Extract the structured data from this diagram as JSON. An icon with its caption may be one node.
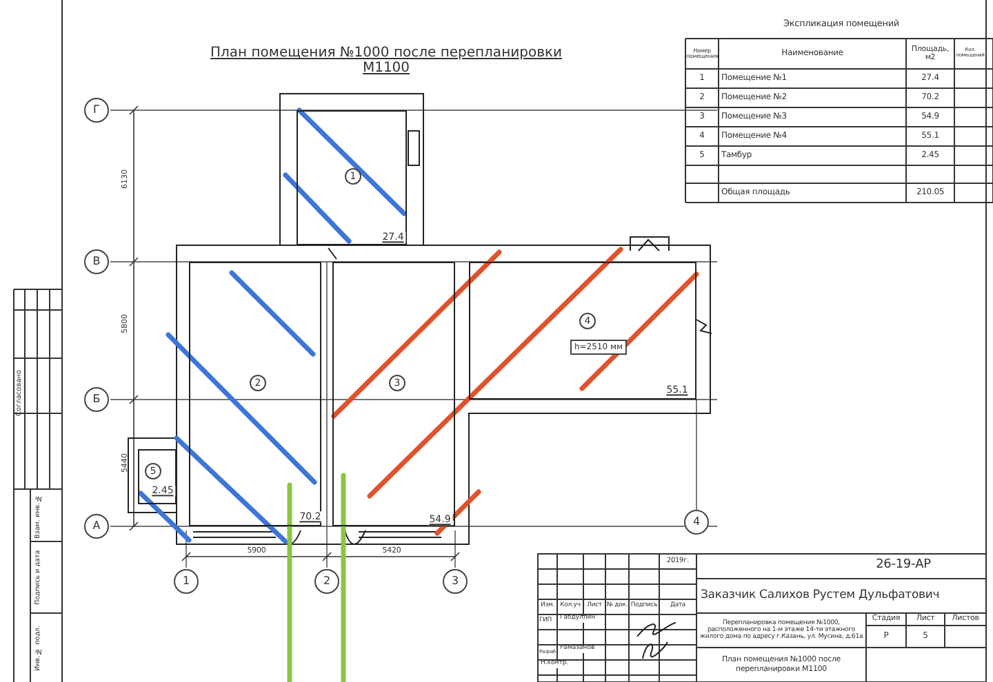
{
  "diagram": {
    "nodes": [
      {
        "text": [
          "1",
          "27.4"
        ]
      },
      {
        "text": [
          "2",
          "70.2"
        ]
      },
      {
        "text": [
          "3",
          "54.9"
        ]
      },
      {
        "text": [
          "4",
          "h=2510 мм",
          "55.1"
        ]
      },
      {
        "text": [
          "5",
          "2.45"
        ]
      }
    ],
    "edges": [],
    "labels": [
      "План помещения №1000 после перепланировки М1100",
      "Экспликация помещений",
      "Номер помещения",
      "Наименование",
      "Площадь, м2",
      "Кол. помещений",
      "1",
      "Помещение №1",
      "27.4",
      "2",
      "Помещение №2",
      "70.2",
      "3",
      "Помещение №3",
      "54.9",
      "4",
      "Помещение №4",
      "55.1",
      "5",
      "Тамбур",
      "2.45",
      "Общая площадь",
      "210.05",
      "Г",
      "В",
      "Б",
      "А",
      "6130",
      "5800",
      "5440",
      "5900",
      "5420",
      "1",
      "2",
      "3",
      "4",
      "2019г.",
      "26-19-АР",
      "Заказчик Салихов Рустем Дульфатович",
      "Изм.",
      "Кол.уч",
      "Лист",
      "№ док.",
      "Подпись",
      "Дата",
      "ГИП",
      "Габдуллин",
      "Перепланировка помещения №1000, расположенного на 1-м этаже 14-ти этажного жилого дома по адресу г.Казань, ул. Мусина, д.61а",
      "Стадия",
      "Лист",
      "Листов",
      "Разраб.",
      "Рамазанов",
      "Р",
      "5",
      "Н.контр.",
      "План помещения №1000 после перепланировки М1100",
      "Согласовано",
      "Взам. инв. №",
      "Подпись и дата",
      "Инв. № подл."
    ]
  }
}
